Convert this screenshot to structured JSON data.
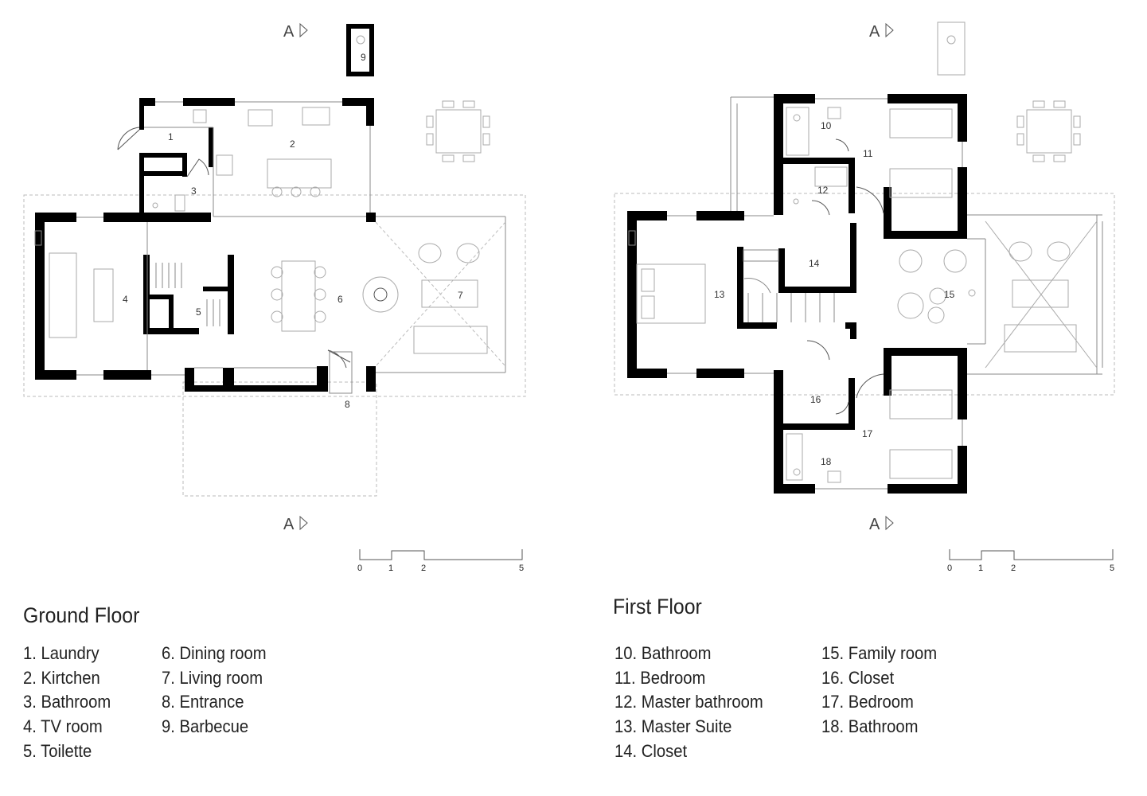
{
  "section_mark": "A",
  "scale": {
    "ticks": [
      "0",
      "1",
      "2",
      "5"
    ]
  },
  "ground_floor": {
    "title": "Ground Floor",
    "room_numbers": [
      "1",
      "2",
      "3",
      "4",
      "5",
      "6",
      "7",
      "8",
      "9"
    ],
    "legend_col1": [
      "1. Laundry",
      "2. Kirtchen",
      "3. Bathroom",
      "4. TV room",
      "5. Toilette"
    ],
    "legend_col2": [
      "6. Dining room",
      "7. Living room",
      "8. Entrance",
      "9. Barbecue"
    ]
  },
  "first_floor": {
    "title": "First Floor",
    "room_numbers": [
      "10",
      "11",
      "12",
      "13",
      "14",
      "15",
      "16",
      "17",
      "18"
    ],
    "legend_col1": [
      "10. Bathroom",
      "11. Bedroom",
      "12. Master bathroom",
      "13. Master Suite",
      "14. Closet"
    ],
    "legend_col2": [
      "15. Family room",
      "16. Closet",
      "17. Bedroom",
      "18. Bathroom"
    ]
  }
}
